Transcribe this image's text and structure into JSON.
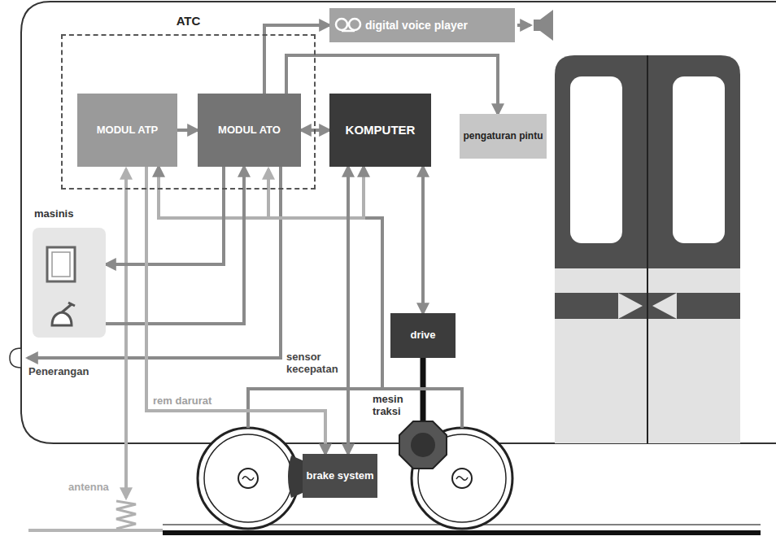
{
  "diagram": {
    "nodes": [
      {
        "text": [
          "ATC"
        ]
      },
      {
        "text": [
          "MODUL ATP"
        ],
        "in": 0
      },
      {
        "text": [
          "MODUL ATO"
        ],
        "in": 0
      },
      {
        "text": [
          "KOMPUTER"
        ]
      },
      {
        "text": [
          "digital voice player"
        ]
      },
      {
        "text": [
          "pengaturan pintu"
        ]
      },
      {
        "text": [
          "masinis"
        ]
      },
      {
        "text": [
          "drive"
        ]
      },
      {
        "text": [
          "brake system"
        ]
      }
    ],
    "edges": [
      {
        "from": 1,
        "to": 2,
        "arrow": "to"
      },
      {
        "from": 2,
        "to": 3,
        "arrow": "both"
      },
      {
        "from": 2,
        "to": 4,
        "arrow": "to"
      },
      {
        "from": 2,
        "to": 5,
        "arrow": "to"
      },
      {
        "from": 1,
        "to": 3,
        "arrow": "both"
      },
      {
        "from": 2,
        "to": 6,
        "arrow": "to"
      },
      {
        "from": 6,
        "to": 2,
        "arrow": "to"
      },
      {
        "from": 3,
        "to": 7,
        "arrow": "both"
      },
      {
        "from": 3,
        "to": 8,
        "arrow": "both"
      },
      {
        "from": 1,
        "to": 8,
        "label": "rem darurat",
        "arrow": "to"
      }
    ],
    "labels": [
      "Penerangan",
      "sensor kecepatan",
      "mesin traksi",
      "antenna"
    ]
  }
}
